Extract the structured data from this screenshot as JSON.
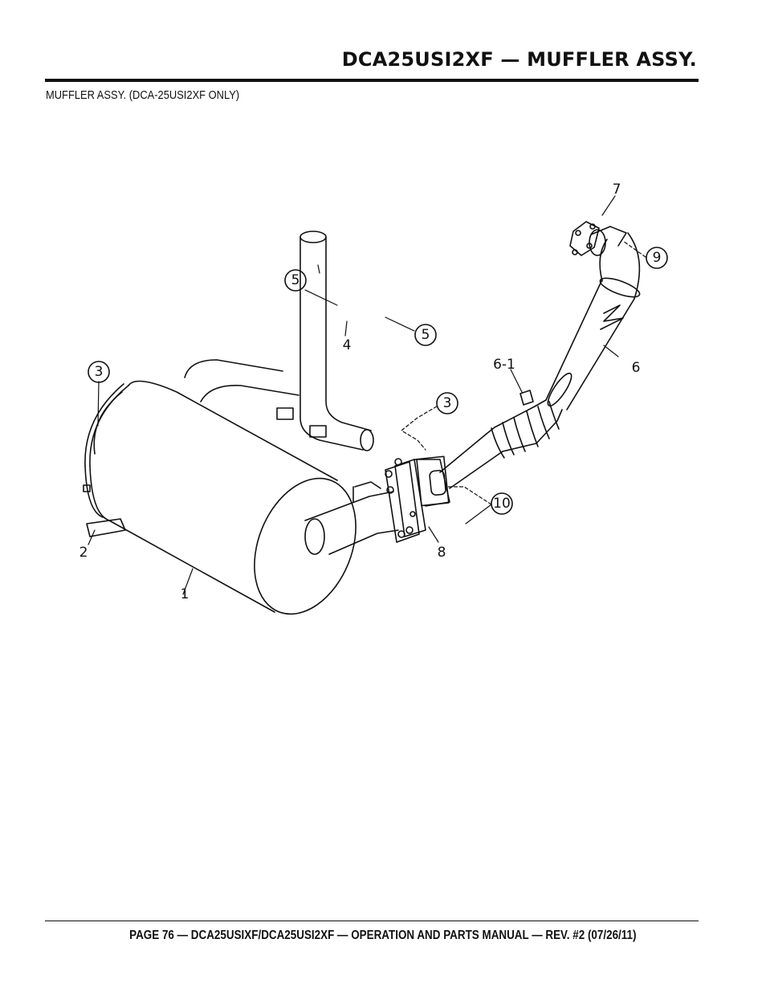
{
  "header": {
    "title": "DCA25USI2XF — MUFFLER ASSY.",
    "subtitle": "MUFFLER ASSY. (DCA-25USI2XF ONLY)"
  },
  "diagram": {
    "callouts": [
      "1",
      "2",
      "3",
      "3",
      "4",
      "5",
      "5",
      "6",
      "6-1",
      "7",
      "8",
      "9",
      "10"
    ]
  },
  "footer": {
    "text": "PAGE 76 — DCA25USIXF/DCA25USI2XF — OPERATION AND PARTS MANUAL — REV. #2 (07/26/11)"
  }
}
